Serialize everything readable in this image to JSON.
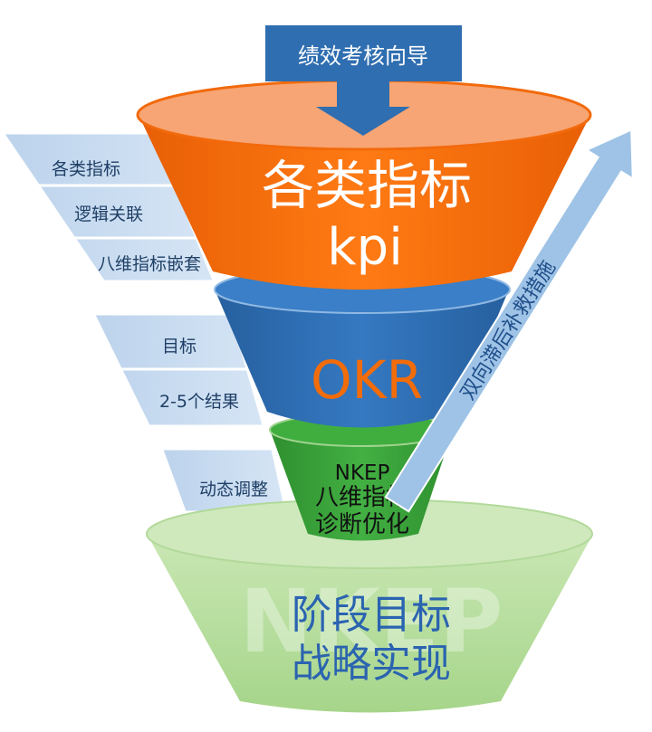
{
  "guide_label": "绩效考核向导",
  "side_labels": {
    "group_1": [
      "各类指标",
      "逻辑关联",
      "八维指标嵌套"
    ],
    "group_2": [
      "目标",
      "2-5个结果"
    ],
    "group_3": [
      "动态调整"
    ]
  },
  "funnel": {
    "kpi": {
      "line1": "各类指标",
      "line2": "kpi"
    },
    "okr": {
      "text": "OKR"
    },
    "nkep": {
      "line1": "NKEP",
      "line2": "八维指标",
      "line3": "诊断优化"
    },
    "stage": {
      "line1": "阶段目标",
      "line2": "战略实现",
      "watermark": "NKEP"
    }
  },
  "arrow_label": "双向滞后补救措施",
  "colors": {
    "orange": "#f36c0a",
    "blue": "#2e6fb5",
    "green": "#3aa53a",
    "light_green": "#b8dea1",
    "side_blue": "#c5d9ef",
    "guide_blue": "#2f6eb0"
  }
}
